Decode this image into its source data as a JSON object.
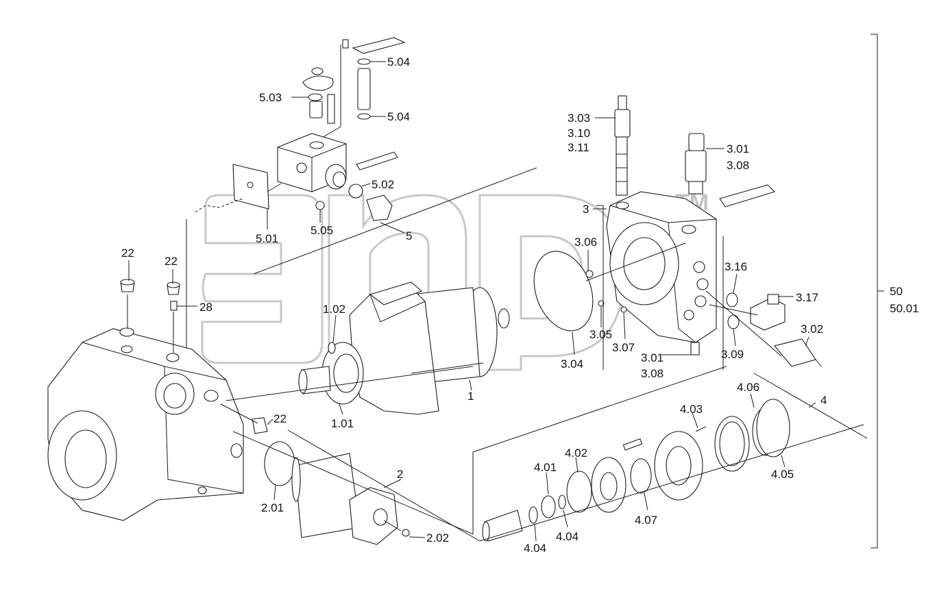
{
  "watermark": {
    "trademark": "TM"
  },
  "labels": {
    "l_5_04a": "5.04",
    "l_5_03": "5.03",
    "l_5_04b": "5.04",
    "l_5_02": "5.02",
    "l_5_01": "5.01",
    "l_5_05": "5.05",
    "l_5": "5",
    "l_3_03": "3.03",
    "l_3_10": "3.10",
    "l_3_11": "3.11",
    "l_3_01a": "3.01",
    "l_3_08a": "3.08",
    "l_3": "3",
    "l_3_06": "3.06",
    "l_3_16": "3.16",
    "l_3_17": "3.17",
    "l_3_02": "3.02",
    "l_3_05": "3.05",
    "l_3_07": "3.07",
    "l_3_04": "3.04",
    "l_3_01b": "3.01",
    "l_3_08b": "3.08",
    "l_3_09": "3.09",
    "l_50": "50",
    "l_50_01": "50.01",
    "l_22a": "22",
    "l_22b": "22",
    "l_28": "28",
    "l_1_02": "1.02",
    "l_1_01": "1.01",
    "l_1": "1",
    "l_22c": "22",
    "l_2": "2",
    "l_2_01": "2.01",
    "l_2_02": "2.02",
    "l_4": "4",
    "l_4_06": "4.06",
    "l_4_05": "4.05",
    "l_4_03": "4.03",
    "l_4_02": "4.02",
    "l_4_01": "4.01",
    "l_4_07": "4.07",
    "l_4_04a": "4.04",
    "l_4_04b": "4.04"
  }
}
